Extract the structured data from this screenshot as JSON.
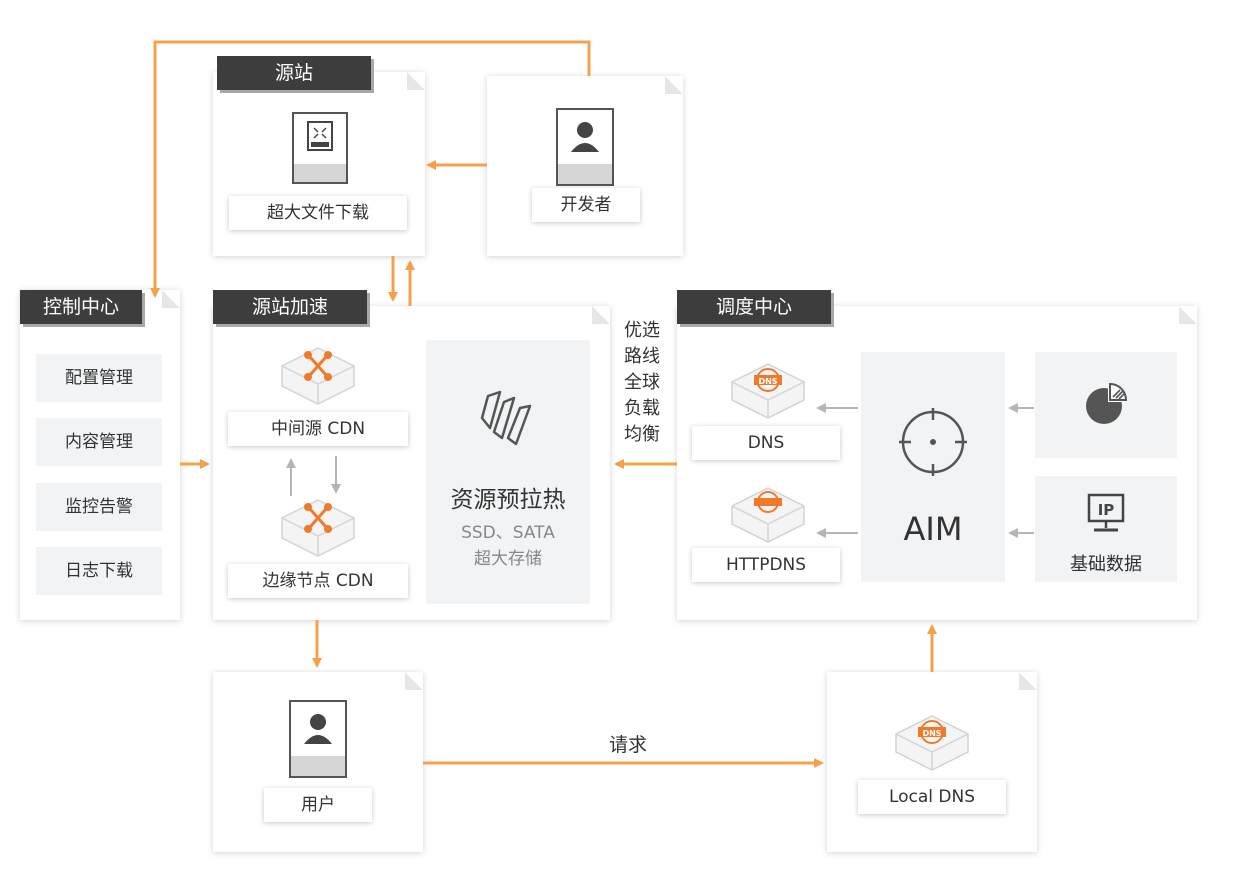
{
  "origin": {
    "title": "源站",
    "label": "超大文件下载"
  },
  "developer": {
    "label": "开发者"
  },
  "control_center": {
    "title": "控制中心",
    "items": [
      "配置管理",
      "内容管理",
      "监控告警",
      "日志下载"
    ]
  },
  "origin_accel": {
    "title": "源站加速",
    "mid_cdn": "中间源 CDN",
    "edge_cdn": "边缘节点 CDN",
    "preheat_title": "资源预拉热",
    "preheat_line1": "SSD、SATA",
    "preheat_line2": "超大存储"
  },
  "routing": {
    "lines": [
      "优选",
      "路线",
      "全球",
      "负载",
      "均衡"
    ]
  },
  "dispatch": {
    "title": "调度中心",
    "dns": "DNS",
    "httpdns": "HTTPDNS",
    "aim": "AIM",
    "basic_data": "基础数据"
  },
  "user": {
    "label": "用户"
  },
  "request": {
    "label": "请求"
  },
  "local_dns": {
    "label": "Local DNS"
  },
  "colors": {
    "arrow": "#f5a04a",
    "grey_arrow": "#b5b5b5",
    "orange_icon": "#f07a2a"
  }
}
